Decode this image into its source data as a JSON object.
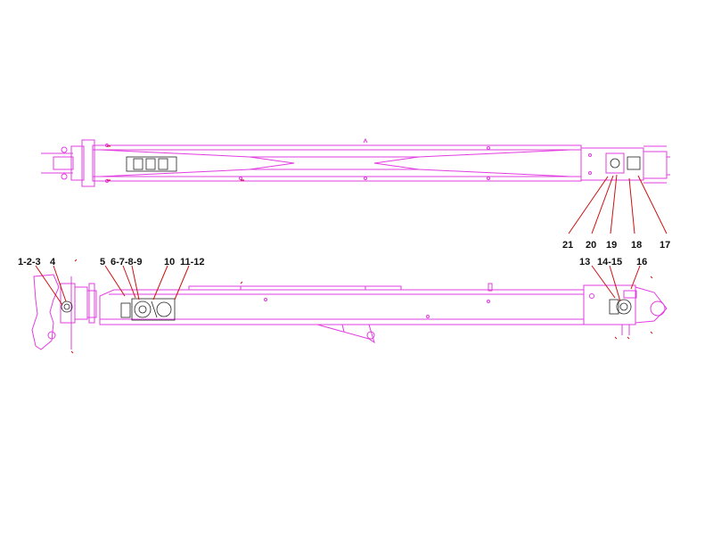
{
  "colors": {
    "outline": "#e23ce0",
    "leader": "#cc1111",
    "label": "#111111",
    "background": "#ffffff"
  },
  "callouts": {
    "top_view": [
      "21",
      "20",
      "19",
      "18",
      "17"
    ],
    "side_view": [
      "1-2-3",
      "4",
      "5",
      "6-7-8-9",
      "10",
      "11-12",
      "13",
      "14-15",
      "16"
    ]
  }
}
